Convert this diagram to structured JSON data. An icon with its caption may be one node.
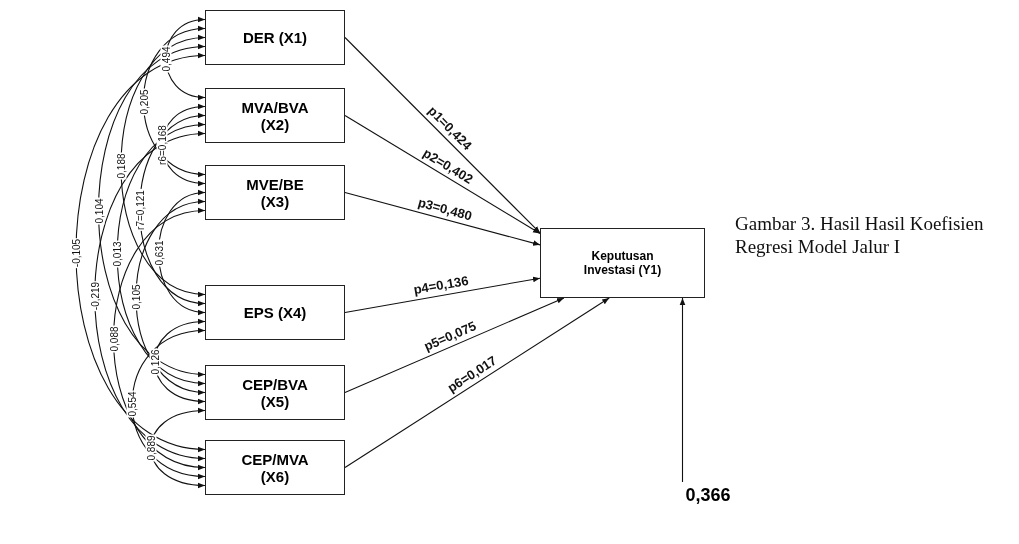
{
  "diagram": {
    "caption": "Gambar 3. Hasil Hasil Koefisien Regresi Model Jalur I",
    "nodes": [
      {
        "text": [
          "DER (X1)"
        ]
      },
      {
        "text": [
          "MVA/BVA (X2)"
        ]
      },
      {
        "text": [
          "MVE/BE (X3)"
        ]
      },
      {
        "text": [
          "EPS (X4)"
        ]
      },
      {
        "text": [
          "CEP/BVA (X5)"
        ]
      },
      {
        "text": [
          "CEP/MVA (X6)"
        ]
      },
      {
        "text": [
          "Keputusan Investasi (Y1)"
        ]
      },
      {
        "text": [
          "0,366"
        ]
      }
    ],
    "edges": [
      {
        "from": 0,
        "to": 6,
        "arrow": "to",
        "label": "p1=0,424"
      },
      {
        "from": 1,
        "to": 6,
        "arrow": "to",
        "label": "p2=0,402"
      },
      {
        "from": 2,
        "to": 6,
        "arrow": "to",
        "label": "p3=0,480"
      },
      {
        "from": 3,
        "to": 6,
        "arrow": "to",
        "label": "p4=0,136"
      },
      {
        "from": 4,
        "to": 6,
        "arrow": "to",
        "label": "p5=0,075"
      },
      {
        "from": 5,
        "to": 6,
        "arrow": "to",
        "label": "p6=0,017"
      },
      {
        "from": 7,
        "to": 6,
        "arrow": "to"
      },
      {
        "from": 0,
        "to": 1,
        "arrow": "both",
        "label": "0,494"
      },
      {
        "from": 0,
        "to": 2,
        "arrow": "both",
        "label": "0,205"
      },
      {
        "from": 0,
        "to": 3,
        "arrow": "both",
        "label": "0,188"
      },
      {
        "from": 0,
        "to": 4,
        "arrow": "both",
        "label": "0,104"
      },
      {
        "from": 0,
        "to": 5,
        "arrow": "both",
        "label": "-0,105"
      },
      {
        "from": 1,
        "to": 2,
        "arrow": "both",
        "label": "r6=0,168"
      },
      {
        "from": 1,
        "to": 3,
        "arrow": "both",
        "label": "r7=0,121"
      },
      {
        "from": 1,
        "to": 4,
        "arrow": "both",
        "label": "0,013"
      },
      {
        "from": 1,
        "to": 5,
        "arrow": "both",
        "label": "-0,219"
      },
      {
        "from": 2,
        "to": 3,
        "arrow": "both",
        "label": "0,631"
      },
      {
        "from": 2,
        "to": 4,
        "arrow": "both",
        "label": "0,105"
      },
      {
        "from": 2,
        "to": 5,
        "arrow": "both",
        "label": "0,088"
      },
      {
        "from": 3,
        "to": 4,
        "arrow": "both",
        "label": "0,126"
      },
      {
        "from": 3,
        "to": 5,
        "arrow": "both",
        "label": "0,554"
      },
      {
        "from": 4,
        "to": 5,
        "arrow": "both",
        "label": "0,889"
      }
    ]
  }
}
